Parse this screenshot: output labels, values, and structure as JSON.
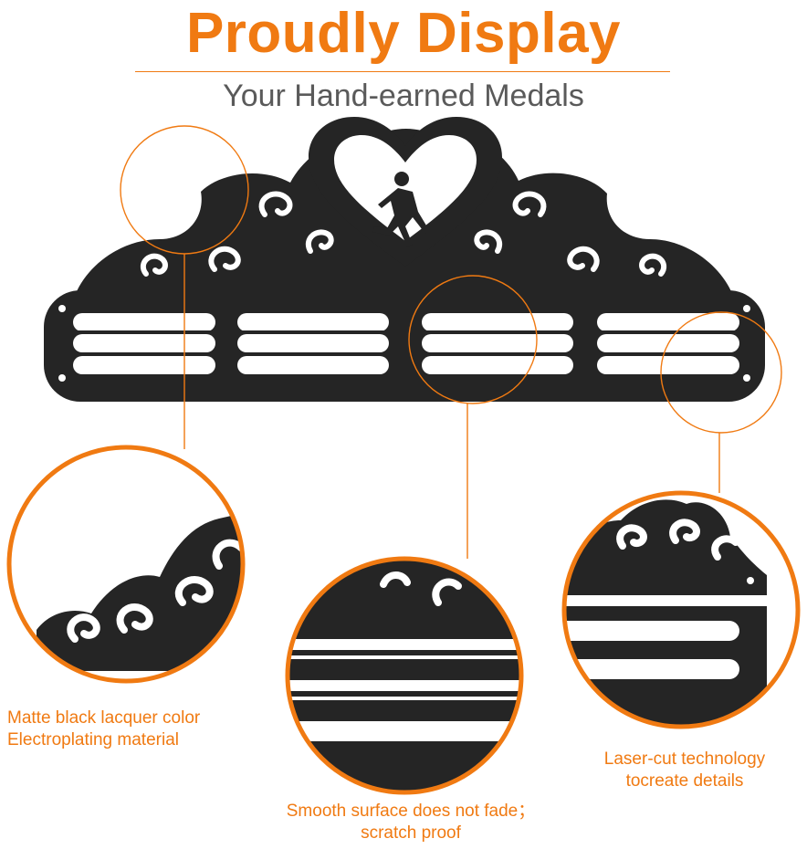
{
  "header": {
    "title": "Proudly Display",
    "subtitle": "Your Hand-earned Medals"
  },
  "captions": {
    "finish": [
      "Matte black lacquer color",
      "Electroplating material"
    ],
    "surface": [
      "Smooth surface does not fade；",
      "scratch proof"
    ],
    "laser": [
      "Laser-cut technology",
      "tocreate details"
    ]
  },
  "colors": {
    "accent": "#f07a12",
    "product": "#252525",
    "subtitle": "#5a5a5a"
  },
  "icons": [
    "runner-icon",
    "heart-icon",
    "swirl-icon"
  ]
}
